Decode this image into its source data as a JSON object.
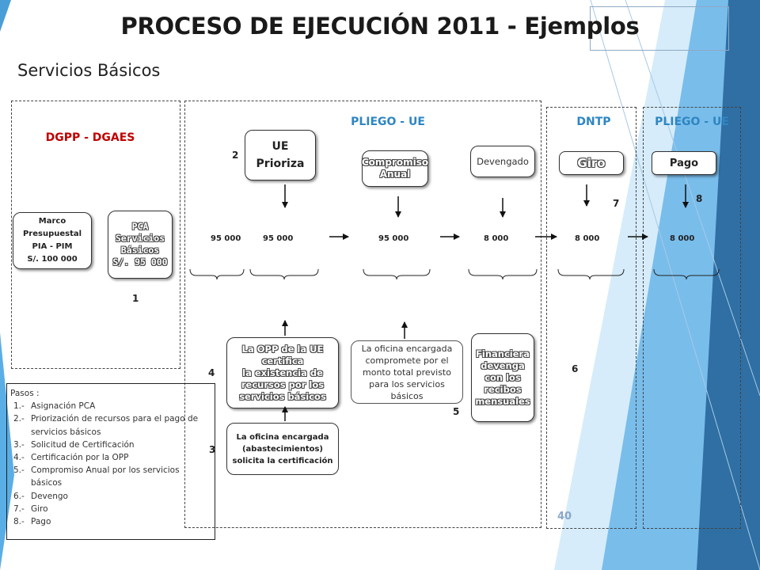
{
  "title": "PROCESO DE EJECUCIÓN  2011 - Ejemplos",
  "subtitle": "Servicios  Básicos",
  "regions": {
    "dgpp": "DGPP - DGAES",
    "pliego": "PLIEGO  -  UE",
    "dntp": "DNTP",
    "pliego2": "PLIEGO - UE"
  },
  "colors": {
    "dgpp_label": "#c00000",
    "blue_label": "#2e86c1",
    "accent_stripe": "#3a8fd0"
  },
  "boxes": {
    "marco": [
      "Marco",
      "Presupuestal",
      "PIA - PIM",
      "S/.  100 000"
    ],
    "pca": [
      "PCA",
      "Servicios",
      "Básicos",
      "S/.  95 000"
    ],
    "ue_prioriza": [
      "UE",
      "Prioriza"
    ],
    "compromiso": [
      "Compromiso",
      "Anual"
    ],
    "devengado": "Devengado",
    "giro": "Giro",
    "pago": "Pago",
    "opp": [
      "La OPP de la UE certifica",
      "la existencia de",
      "recursos por  los",
      "servicios básicos"
    ],
    "oficina_comp": [
      "La oficina  encargada",
      "compromete por el",
      "monto  total previsto",
      "para los servicios",
      "básicos"
    ],
    "financiera": [
      "Financiera",
      "devenga",
      "con los",
      "recibos",
      "mensuales"
    ],
    "oficina_cert": [
      "La oficina encargada",
      "(abastecimientos)",
      "solicita la certificación"
    ]
  },
  "amounts": [
    "95 000",
    "95 000",
    "95 000",
    "8 000",
    "8 000",
    "8 000"
  ],
  "step_numbers": {
    "s1": "1",
    "s2": "2",
    "s3": "3",
    "s4": "4",
    "s5": "5",
    "s6": "6",
    "s7": "7",
    "s8": "8"
  },
  "pasos": {
    "header": "Pasos :",
    "items": [
      {
        "n": "1.-",
        "text": "Asignación PCA"
      },
      {
        "n": "2.-",
        "text": "Priorización de recursos para el  pago de servicios básicos"
      },
      {
        "n": "3.-",
        "text": "Solicitud de Certificación"
      },
      {
        "n": "4.-",
        "text": "Certificación por la OPP"
      },
      {
        "n": "5.-",
        "text": "Compromiso Anual por los servicios básicos"
      },
      {
        "n": "6.-",
        "text": "Devengo"
      },
      {
        "n": "7.-",
        "text": "Giro"
      },
      {
        "n": "8.-",
        "text": "Pago"
      }
    ]
  },
  "page_number": "40"
}
